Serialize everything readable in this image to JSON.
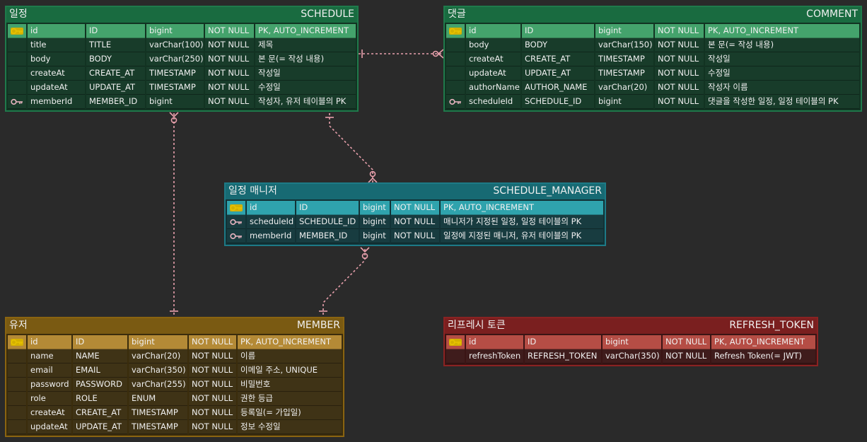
{
  "tables": {
    "schedule": {
      "korean_name": "일정",
      "physical_name": "SCHEDULE",
      "rows": [
        {
          "key": "pk",
          "field": "id",
          "column": "ID",
          "type": "bigint",
          "nullable": "NOT NULL",
          "note": "PK, AUTO_INCREMENT"
        },
        {
          "key": "",
          "field": "title",
          "column": "TITLE",
          "type": "varChar(100)",
          "nullable": "NOT NULL",
          "note": "제목"
        },
        {
          "key": "",
          "field": "body",
          "column": "BODY",
          "type": "varChar(250)",
          "nullable": "NOT NULL",
          "note": "본 문(= 작성 내용)"
        },
        {
          "key": "",
          "field": "createAt",
          "column": "CREATE_AT",
          "type": "TIMESTAMP",
          "nullable": "NOT NULL",
          "note": "작성일"
        },
        {
          "key": "",
          "field": "updateAt",
          "column": "UPDATE_AT",
          "type": "TIMESTAMP",
          "nullable": "NOT NULL",
          "note": "수정일"
        },
        {
          "key": "fk",
          "field": "memberId",
          "column": "MEMBER_ID",
          "type": "bigint",
          "nullable": "NOT NULL",
          "note": "작성자, 유저 테이블의 PK"
        }
      ]
    },
    "comment": {
      "korean_name": "댓글",
      "physical_name": "COMMENT",
      "rows": [
        {
          "key": "pk",
          "field": "id",
          "column": "ID",
          "type": "bigint",
          "nullable": "NOT NULL",
          "note": "PK, AUTO_INCREMENT"
        },
        {
          "key": "",
          "field": "body",
          "column": "BODY",
          "type": "varChar(150)",
          "nullable": "NOT NULL",
          "note": "본 문(= 작성 내용)"
        },
        {
          "key": "",
          "field": "createAt",
          "column": "CREATE_AT",
          "type": "TIMESTAMP",
          "nullable": "NOT NULL",
          "note": "작성일"
        },
        {
          "key": "",
          "field": "updateAt",
          "column": "UPDATE_AT",
          "type": "TIMESTAMP",
          "nullable": "NOT NULL",
          "note": "수정일"
        },
        {
          "key": "",
          "field": "authorName",
          "column": "AUTHOR_NAME",
          "type": "varChar(20)",
          "nullable": "NOT NULL",
          "note": "작성자 이름"
        },
        {
          "key": "fk",
          "field": "scheduleId",
          "column": "SCHEDULE_ID",
          "type": "bigint",
          "nullable": "NOT NULL",
          "note": "댓글을 작성한 일정, 일정 테이블의 PK"
        }
      ]
    },
    "manager": {
      "korean_name": "일정 매니저",
      "physical_name": "SCHEDULE_MANAGER",
      "rows": [
        {
          "key": "pk",
          "field": "id",
          "column": "ID",
          "type": "bigint",
          "nullable": "NOT NULL",
          "note": "PK, AUTO_INCREMENT"
        },
        {
          "key": "fk",
          "field": "scheduleId",
          "column": "SCHEDULE_ID",
          "type": "bigint",
          "nullable": "NOT NULL",
          "note": "매니저가 지정된 일정, 일정 테이블의 PK"
        },
        {
          "key": "fk",
          "field": "memberId",
          "column": "MEMBER_ID",
          "type": "bigint",
          "nullable": "NOT NULL",
          "note": "일정에 지정된 매니저, 유저 테이블의 PK"
        }
      ]
    },
    "member": {
      "korean_name": "유저",
      "physical_name": "MEMBER",
      "rows": [
        {
          "key": "pk",
          "field": "id",
          "column": "ID",
          "type": "bigint",
          "nullable": "NOT NULL",
          "note": "PK, AUTO_INCREMENT"
        },
        {
          "key": "",
          "field": "name",
          "column": "NAME",
          "type": "varChar(20)",
          "nullable": "NOT NULL",
          "note": "이름"
        },
        {
          "key": "",
          "field": "email",
          "column": "EMAIL",
          "type": "varChar(350)",
          "nullable": "NOT NULL",
          "note": "이메일 주소, UNIQUE"
        },
        {
          "key": "",
          "field": "password",
          "column": "PASSWORD",
          "type": "varChar(255)",
          "nullable": "NOT NULL",
          "note": "비밀번호"
        },
        {
          "key": "",
          "field": "role",
          "column": "ROLE",
          "type": "ENUM",
          "nullable": "NOT NULL",
          "note": "권한 등급"
        },
        {
          "key": "",
          "field": "createAt",
          "column": "CREATE_AT",
          "type": "TIMESTAMP",
          "nullable": "NOT NULL",
          "note": "등록일(= 가입일)"
        },
        {
          "key": "",
          "field": "updateAt",
          "column": "UPDATE_AT",
          "type": "TIMESTAMP",
          "nullable": "NOT NULL",
          "note": "정보 수정일"
        }
      ]
    },
    "refresh": {
      "korean_name": "리프레시 토큰",
      "physical_name": "REFRESH_TOKEN",
      "rows": [
        {
          "key": "pk",
          "field": "id",
          "column": "ID",
          "type": "bigint",
          "nullable": "NOT NULL",
          "note": "PK, AUTO_INCREMENT"
        },
        {
          "key": "",
          "field": "refreshToken",
          "column": "REFRESH_TOKEN",
          "type": "varChar(350)",
          "nullable": "NOT NULL",
          "note": "Refresh Token(= JWT)"
        }
      ]
    }
  },
  "relationships": [
    {
      "from": "schedule",
      "to": "comment",
      "from_cardinality": "one",
      "to_cardinality": "zero-or-many"
    },
    {
      "from": "member",
      "to": "schedule",
      "from_cardinality": "one",
      "to_cardinality": "zero-or-many"
    },
    {
      "from": "schedule",
      "to": "manager",
      "from_cardinality": "one",
      "to_cardinality": "zero-or-many"
    },
    {
      "from": "member",
      "to": "manager",
      "from_cardinality": "one",
      "to_cardinality": "zero-or-many"
    }
  ],
  "colors": {
    "background": "#2a2a2a",
    "schedule": "#196b40",
    "comment": "#196b40",
    "manager": "#176a73",
    "member": "#7a5a12",
    "refresh": "#7a1f1f",
    "pk_key_icon": "#e6c200",
    "fk_key_icon": "#e8b4c0",
    "relationship_line": "#e8a0ac"
  },
  "icons": {
    "pk": "key-icon",
    "fk": "foreign-key-icon"
  }
}
